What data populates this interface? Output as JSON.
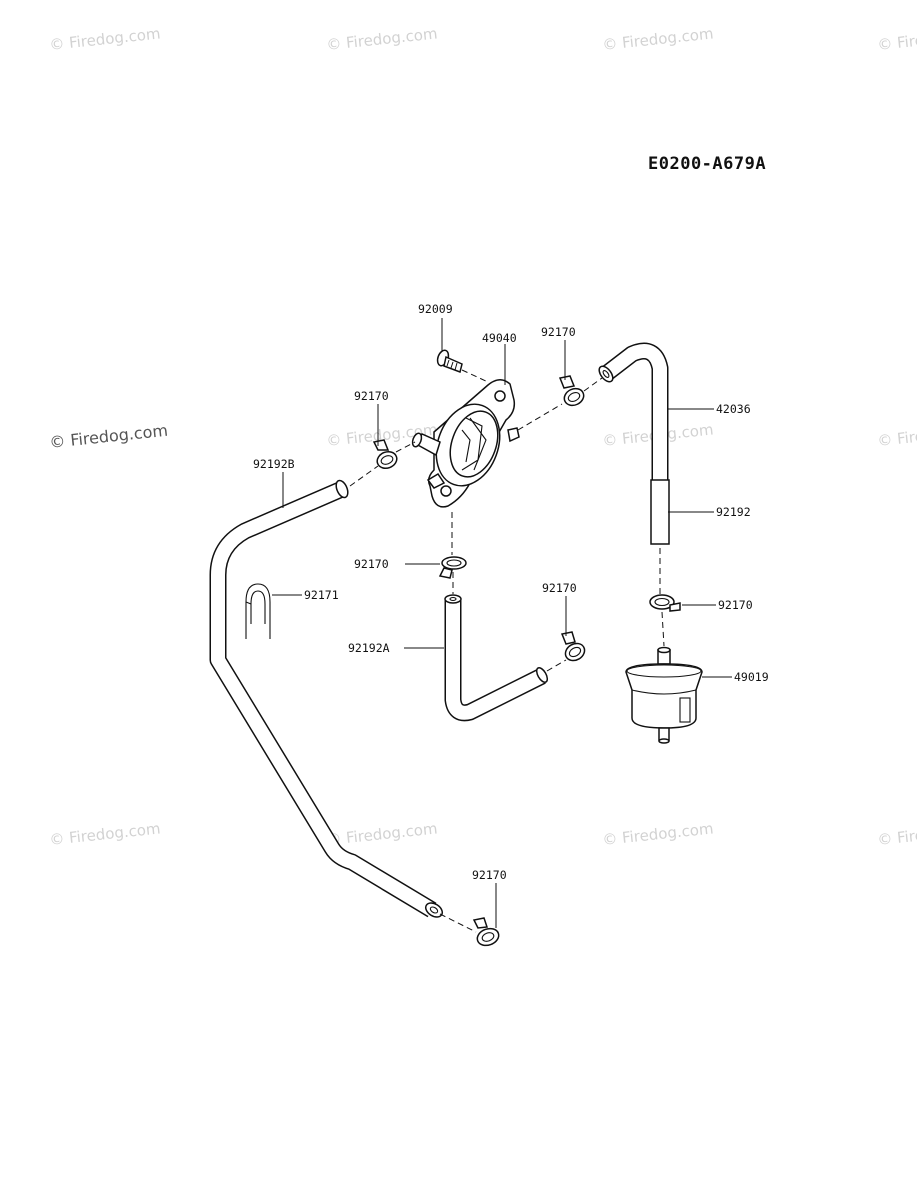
{
  "diagram_code": "E0200-A679A",
  "watermark_text": "© Firedog.com",
  "part_numbers": {
    "bolt": "92009",
    "fuel_pump": "49040",
    "clamp_pump_right": "92170",
    "clamp_pump_left": "92170",
    "clamp_pump_bottom": "92170",
    "clamp_hose_a_end": "92170",
    "clamp_filter_top": "92170",
    "clamp_bottom": "92170",
    "hose_b": "92192B",
    "hose_a": "92192A",
    "pipe": "42036",
    "hose": "92192",
    "clip": "92171",
    "fuel_filter": "49019"
  }
}
